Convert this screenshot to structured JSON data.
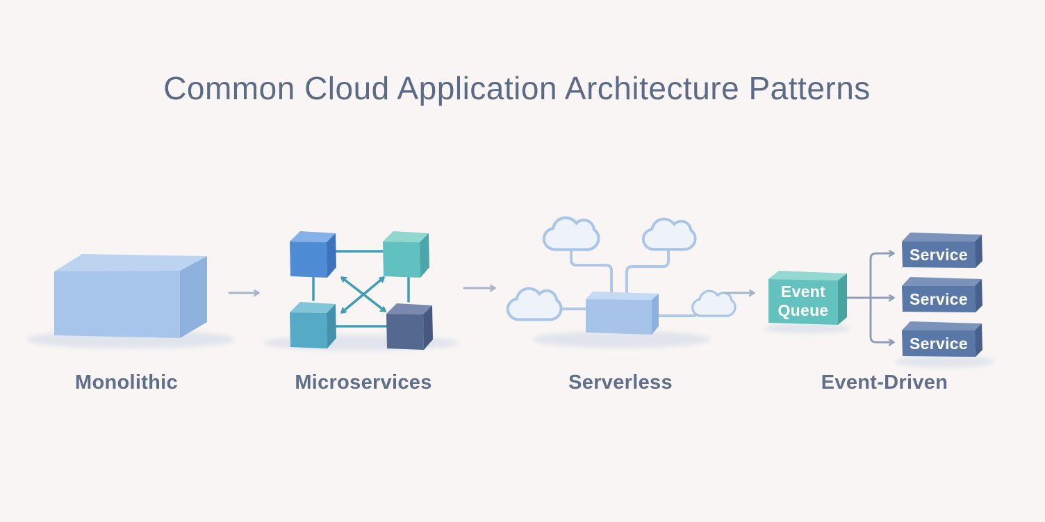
{
  "title": "Common Cloud Application Architecture Patterns",
  "sections": [
    {
      "label": "Monolithic"
    },
    {
      "label": "Microservices"
    },
    {
      "label": "Serverless"
    },
    {
      "label": "Event-Driven"
    }
  ],
  "event_driven": {
    "queue_line1": "Event",
    "queue_line2": "Queue",
    "service": "Service"
  },
  "icons": {
    "cloud": "cloud-icon",
    "arrow": "arrow-right-icon",
    "cube": "cube-icon"
  },
  "colors": {
    "background": "#f8f5f4",
    "title_text": "#5b6a85",
    "label_text": "#5f6e89",
    "box_text": "#ffffff",
    "arrow_gray": "#a7b4c9",
    "shadow": "#e0e4ec",
    "monolith_top": "#bdd4f0",
    "monolith_front": "#a7c5ea",
    "monolith_side": "#8fb1dd",
    "cube_tl_top": "#84b2e8",
    "cube_tl_front": "#4f8cd6",
    "cube_tl_side": "#3d73bd",
    "cube_tr_top": "#92d6d0",
    "cube_tr_front": "#61c1c1",
    "cube_tr_side": "#4aa6a8",
    "cube_bl_top": "#80c6d8",
    "cube_bl_front": "#55abc6",
    "cube_bl_side": "#4391ad",
    "cube_br_top": "#7a8aae",
    "cube_br_front": "#556890",
    "cube_br_side": "#46587e",
    "micro_line": "#3f9db5",
    "cloud_stroke": "#a9c6e8",
    "cloud_fill": "#eef3f9",
    "serverless_line": "#b0c8e7",
    "serverless_top": "#c5daf3",
    "serverless_front": "#a6c4ea",
    "serverless_side": "#8db1de",
    "queue_top": "#93d9d2",
    "queue_front": "#63c2be",
    "queue_side": "#49a3a0",
    "event_line": "#8ca0ba",
    "service_top": "#7b92ba",
    "service_front": "#5a78a7",
    "service_side": "#475f8c"
  }
}
